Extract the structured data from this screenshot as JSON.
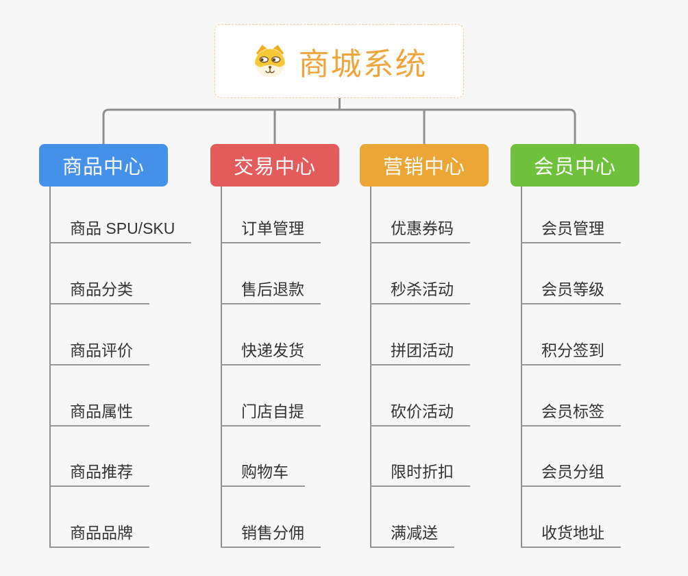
{
  "root": {
    "title": "商城系统",
    "icon": "dog-face-icon",
    "title_color": "#F0A53C",
    "border_color": "#F3CE96"
  },
  "branches": [
    {
      "label": "商品中心",
      "color": "#4590E8",
      "children": [
        "商品 SPU/SKU",
        "商品分类",
        "商品评价",
        "商品属性",
        "商品推荐",
        "商品品牌"
      ]
    },
    {
      "label": "交易中心",
      "color": "#E35B5B",
      "children": [
        "订单管理",
        "售后退款",
        "快递发货",
        "门店自提",
        "购物车",
        "销售分佣"
      ]
    },
    {
      "label": "营销中心",
      "color": "#EBA636",
      "children": [
        "优惠券码",
        "秒杀活动",
        "拼团活动",
        "砍价活动",
        "限时折扣",
        "满减送"
      ]
    },
    {
      "label": "会员中心",
      "color": "#6FC03A",
      "children": [
        "会员管理",
        "会员等级",
        "积分签到",
        "会员标签",
        "会员分组",
        "收货地址"
      ]
    }
  ],
  "colors": {
    "connector": "#8F8F8F",
    "leaf_underline": "#979797",
    "leaf_text": "#333333",
    "background": "#F7F7F7",
    "branch_text": "#FFFFFF"
  }
}
